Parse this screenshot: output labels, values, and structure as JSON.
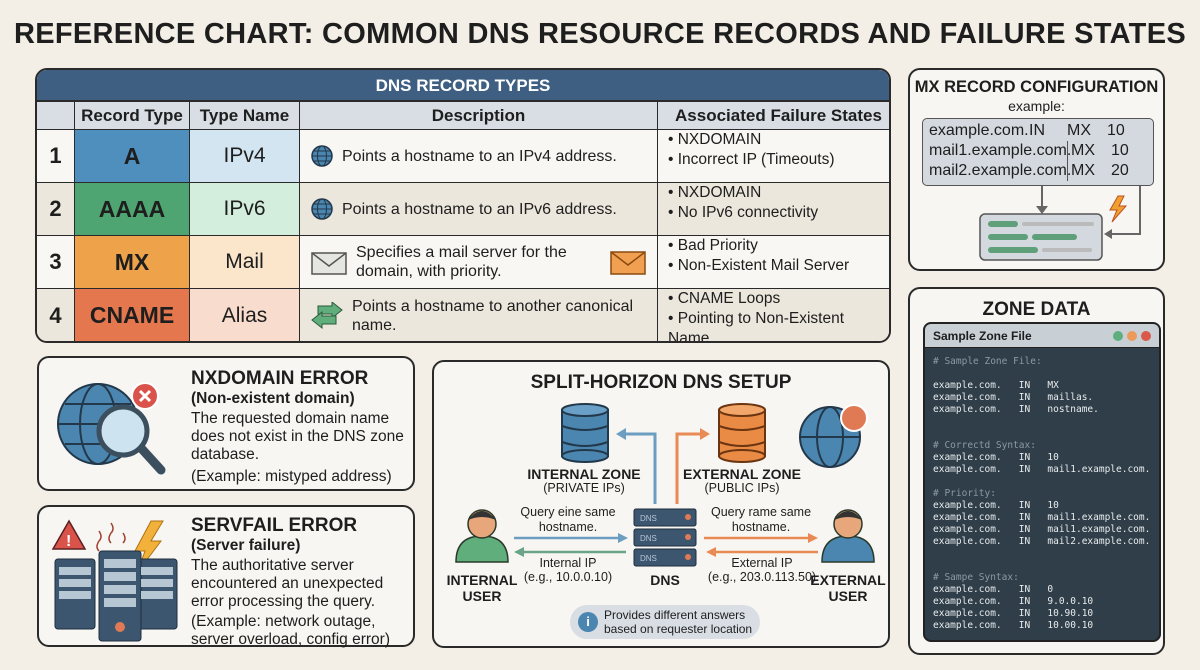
{
  "title": "REFERENCE CHART: COMMON DNS RESOURCE RECORDS AND FAILURE STATES",
  "table": {
    "heading": "DNS RECORD TYPES",
    "columns": [
      "",
      "Record Type",
      "Type Name",
      "Description",
      "Associated Failure States"
    ],
    "rows": [
      {
        "num": "1",
        "type": "A",
        "name": "IPv4",
        "icon": "globe-icon",
        "desc": "Points a hostname to an IPv4 address.",
        "failures": [
          "• NXDOMAIN",
          "• Incorrect IP (Timeouts)"
        ],
        "color": "#4f8fbd",
        "light": "#d3e5f1"
      },
      {
        "num": "2",
        "type": "AAAA",
        "name": "IPv6",
        "icon": "globe-icon",
        "desc": "Points a hostname to an IPv6 address.",
        "failures": [
          "• NXDOMAIN",
          "• No IPv6 connectivity"
        ],
        "color": "#4fa571",
        "light": "#d3eedd"
      },
      {
        "num": "3",
        "type": "MX",
        "name": "Mail",
        "icon": "envelope-icon",
        "desc": "Specifies a mail server for the domain, with priority.",
        "failures": [
          "• Bad Priority",
          "• Non-Existent Mail Server"
        ],
        "color": "#eea24a",
        "light": "#fbe5cb"
      },
      {
        "num": "4",
        "type": "CNAME",
        "name": "Alias",
        "icon": "arrows-icon",
        "desc": "Points a hostname to another canonical name.",
        "failures": [
          "• CNAME Loops",
          "• Pointing to Non-Existent Name"
        ],
        "color": "#e4774e",
        "light": "#f8dccd"
      }
    ]
  },
  "mx": {
    "title": "MX RECORD CONFIGURATION",
    "subtitle": "example:",
    "lines": [
      [
        "example.com.",
        "IN",
        "MX",
        "10"
      ],
      [
        "mail1.example.com.",
        "",
        "MX",
        "10"
      ],
      [
        "mail2.example.com.",
        "",
        "MX",
        "20"
      ]
    ]
  },
  "zone": {
    "title": "ZONE DATA",
    "window_title": "Sample Zone File",
    "lines": [
      "# Sample Zone File:",
      "",
      "example.com.   IN   MX",
      "example.com.   IN   maillas.",
      "example.com.   IN   nostname.",
      "",
      "",
      "# Correctd Syntax:",
      "example.com.   IN   10",
      "example.com.   IN   mail1.example.com.",
      "",
      "# Priority:",
      "example.com.   IN   10",
      "example.com.   IN   mail1.example.com.",
      "example.com.   IN   mail1.example.com.",
      "example.com.   IN   mail2.example.com.",
      "",
      "",
      "# Sampe Syntax:",
      "example.com.   IN   0",
      "example.com.   IN   9.0.0.10",
      "example.com.   IN   10.90.10",
      "example.com.   IN   10.00.10"
    ]
  },
  "nxdomain": {
    "title": "NXDOMAIN ERROR",
    "subtitle": "(Non-existent domain)",
    "body": "The requested domain name does not exist in the DNS zone database.",
    "example": "(Example: mistyped address)"
  },
  "servfail": {
    "title": "SERVFAIL ERROR",
    "subtitle": "(Server failure)",
    "body": "The authoritative server encountered an unexpected error processing the query.",
    "example": "(Example: network outage, server overload, config error)"
  },
  "split": {
    "title": "SPLIT-HORIZON DNS SETUP",
    "internal_zone": "INTERNAL ZONE",
    "internal_zone_sub": "(PRIVATE IPs)",
    "external_zone": "EXTERNAL ZONE",
    "external_zone_sub": "(PUBLIC IPs)",
    "internal_query": "Query eine same hostname.",
    "external_query": "Query rame same hostname.",
    "internal_ip": "Internal IP",
    "internal_ip_ex": "(e.g., 10.0.0.10)",
    "external_ip": "External IP",
    "external_ip_ex": "(e.g., 203.0.113.50)",
    "dns_label": "DNS",
    "server_label": "DNS",
    "internal_user": "INTERNAL USER",
    "external_user": "EXTERNAL USER",
    "note": "Provides different answers based on requester location"
  }
}
